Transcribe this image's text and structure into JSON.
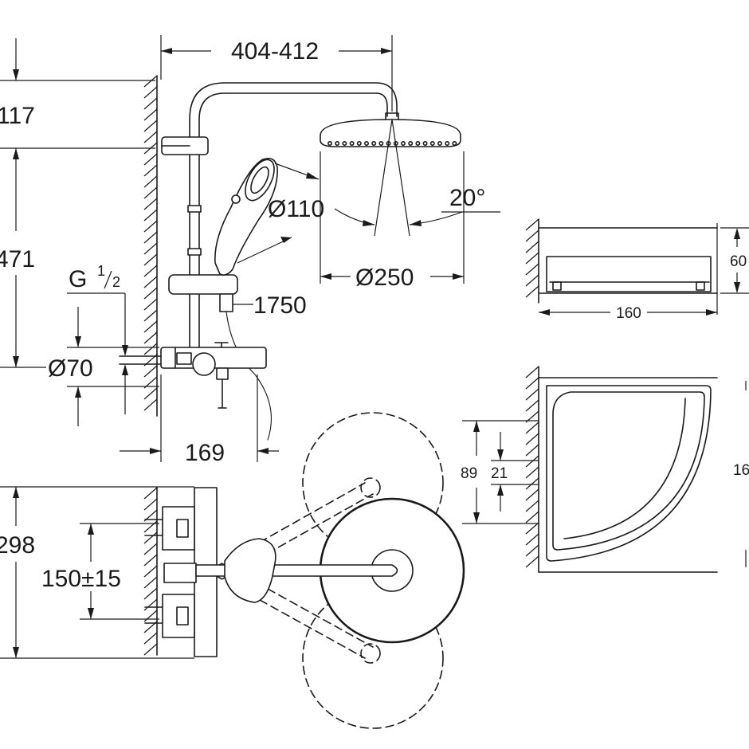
{
  "dimensions": {
    "top_width": "404-412",
    "height_117": "117",
    "height_471": "471",
    "thread_g": "G",
    "thread_num": "1",
    "thread_den": "2",
    "pipe_diameter": "Ø70",
    "hand_shower_diameter": "Ø110",
    "hose_length": "1750",
    "head_shower_diameter": "Ø250",
    "spray_angle": "20°",
    "offset_169": "169",
    "height_298": "298",
    "centres": "150±15",
    "shelf_width": "160",
    "shelf_height": "60",
    "corner_89": "89",
    "corner_21": "21",
    "corner_16": "16"
  }
}
